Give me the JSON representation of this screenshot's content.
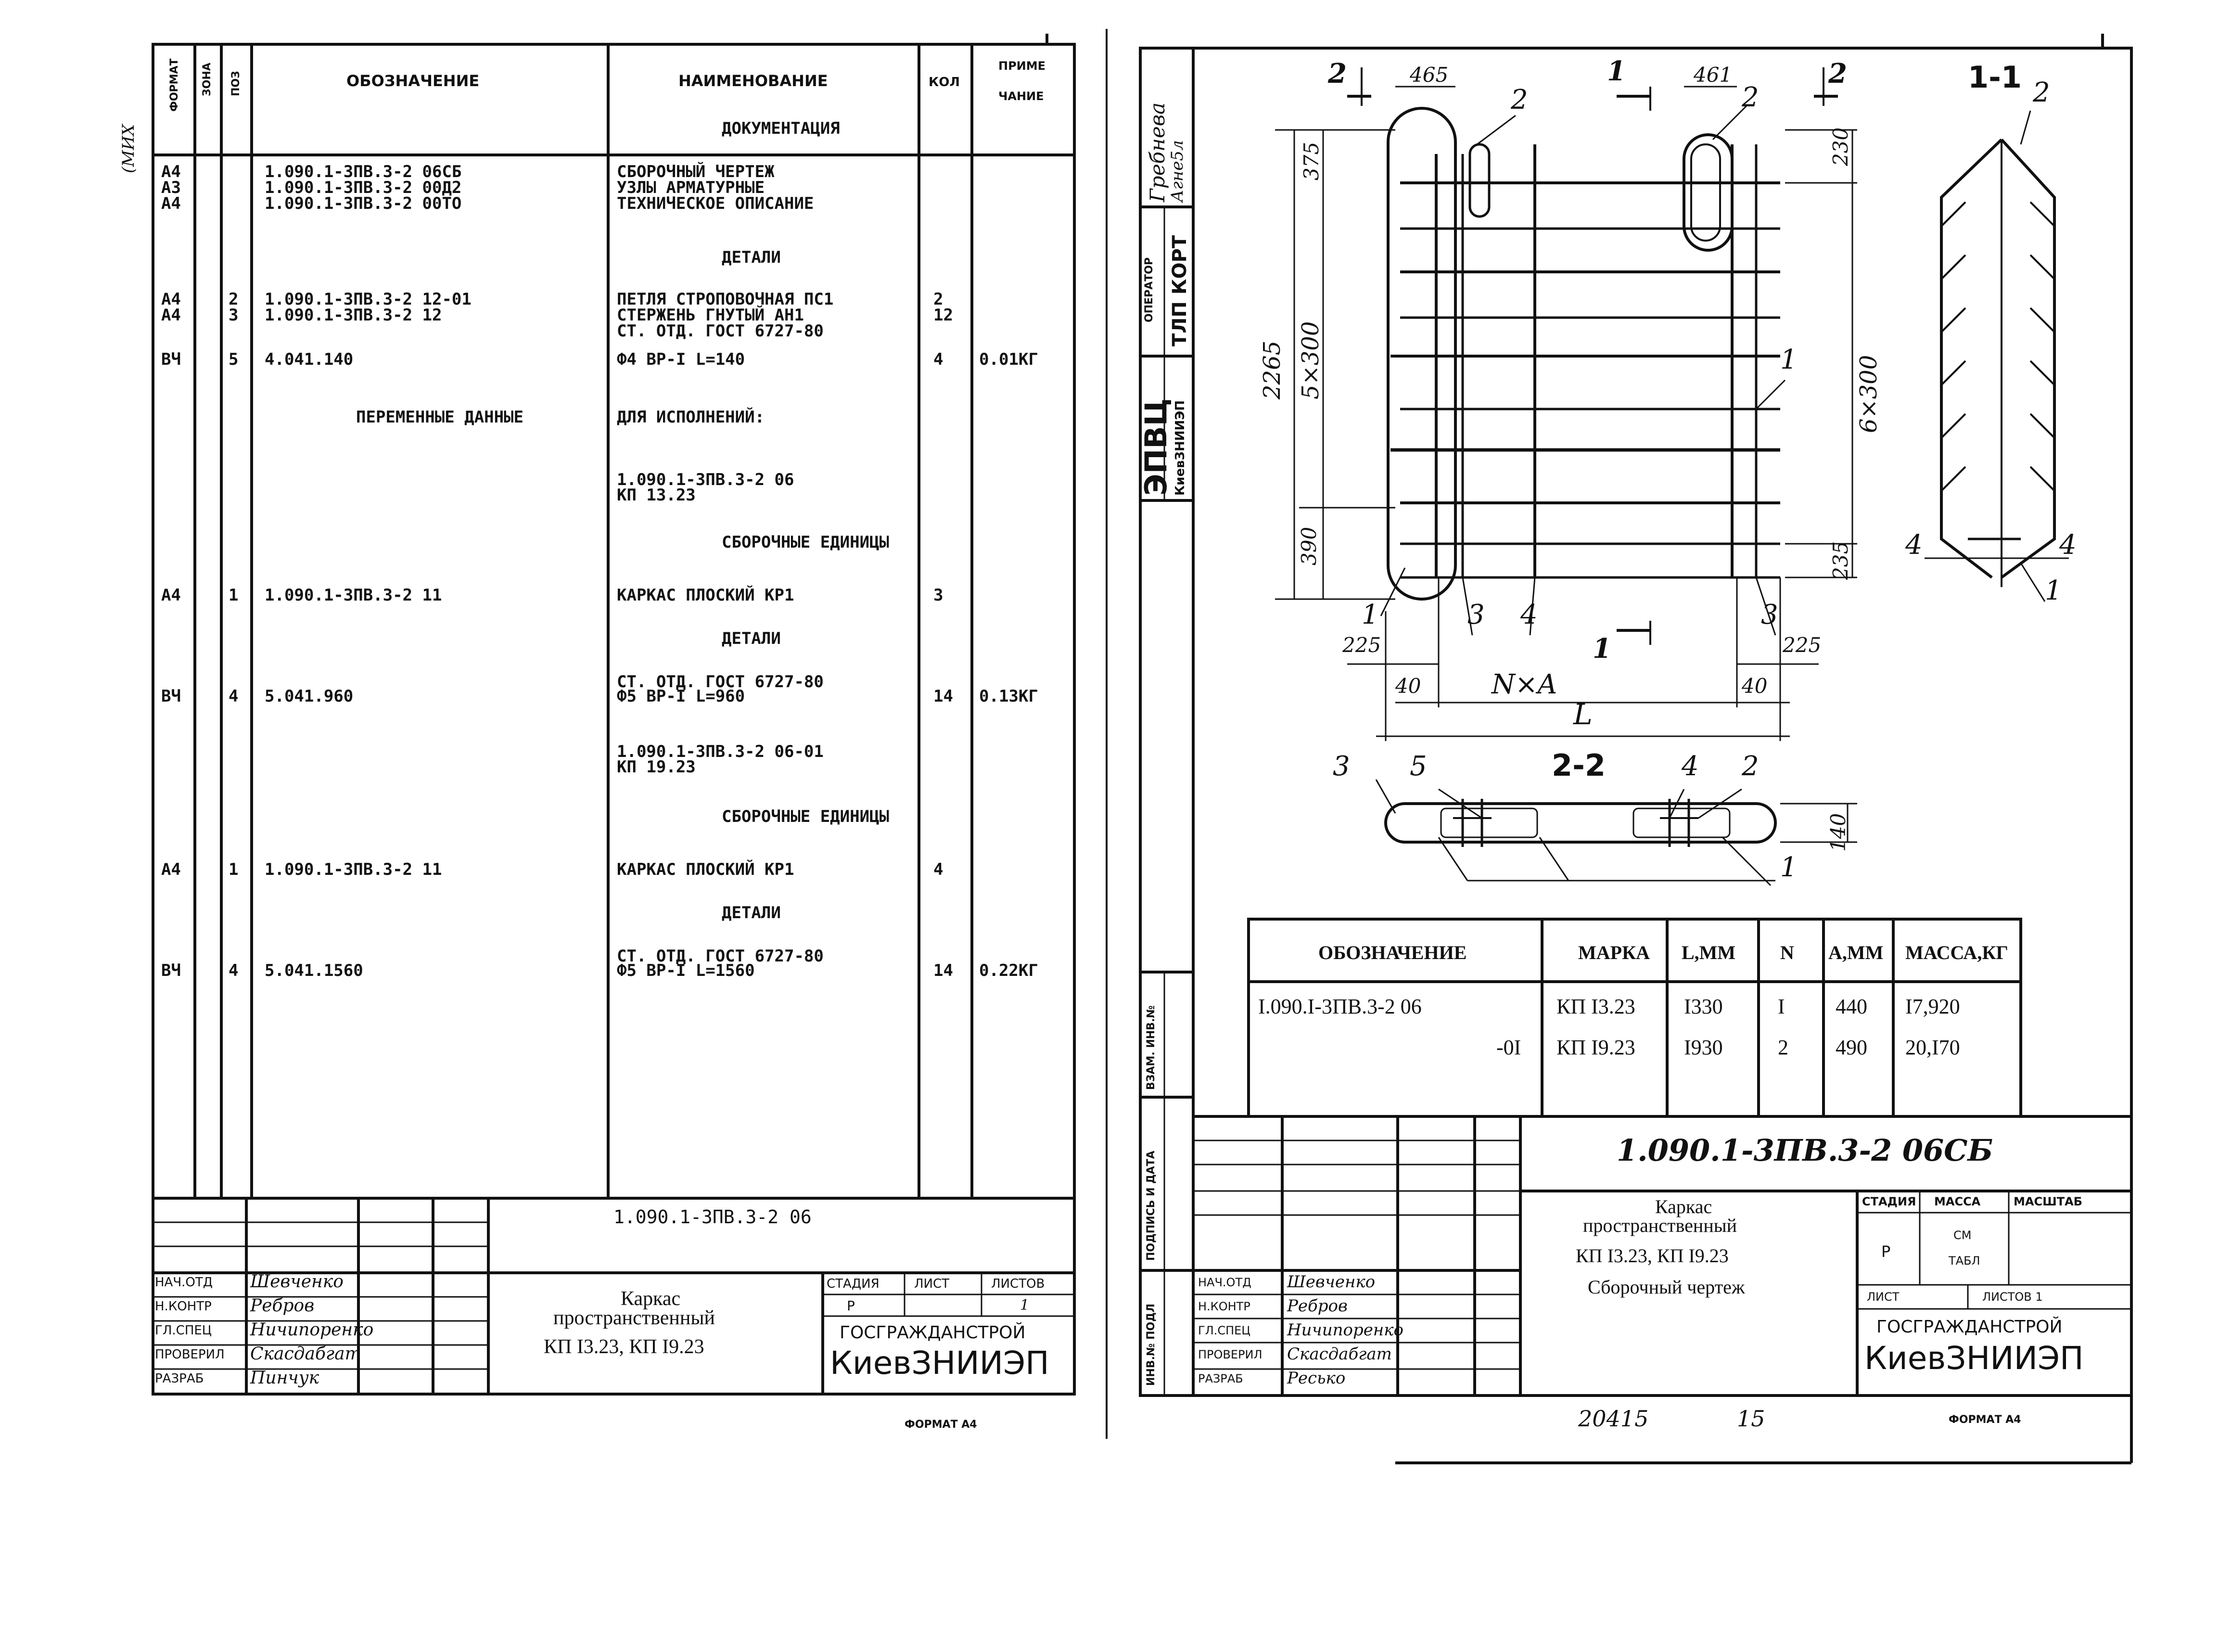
{
  "left_sheet": {
    "side_label_codes": [
      "ФОРМАТ",
      "ЗОНА",
      "ПОЗ"
    ],
    "headers": {
      "oboznachenie": "ОБОЗНАЧЕНИЕ",
      "naimenovanie": "НАИМЕНОВАНИЕ",
      "kol": "КОЛ",
      "prim_1": "ПРИМЕ",
      "prim_2": "ЧАНИЕ"
    },
    "margin_note": "(МИХ",
    "rows": [
      {
        "fmt": "",
        "zone": "",
        "pos": "",
        "oboz": "",
        "name": "ДОКУМЕНТАЦИЯ",
        "kol": "",
        "prim": "",
        "heading": true
      },
      {
        "fmt": "А4",
        "zone": "",
        "pos": "",
        "oboz": "1.090.1-3ПВ.3-2 06СБ",
        "name": "СБОРОЧНЫЙ ЧЕРТЕЖ",
        "kol": "",
        "prim": ""
      },
      {
        "fmt": "А3",
        "zone": "",
        "pos": "",
        "oboz": "1.090.1-3ПВ.3-2 00Д2",
        "name": "УЗЛЫ АРМАТУРНЫЕ",
        "kol": "",
        "prim": ""
      },
      {
        "fmt": "А4",
        "zone": "",
        "pos": "",
        "oboz": "1.090.1-3ПВ.3-2 00ТО",
        "name": "ТЕХНИЧЕСКОЕ ОПИСАНИЕ",
        "kol": "",
        "prim": ""
      },
      {
        "fmt": "",
        "zone": "",
        "pos": "",
        "oboz": "",
        "name": "ДЕТАЛИ",
        "kol": "",
        "prim": "",
        "heading": true
      },
      {
        "fmt": "А4",
        "zone": "",
        "pos": "2",
        "oboz": "1.090.1-3ПВ.3-2 12-01",
        "name": "ПЕТЛЯ СТРОПОВОЧНАЯ ПС1",
        "kol": "2",
        "prim": ""
      },
      {
        "fmt": "А4",
        "zone": "",
        "pos": "3",
        "oboz": "1.090.1-3ПВ.3-2 12",
        "name": "СТЕРЖЕНЬ ГНУТЫЙ АН1",
        "kol": "12",
        "prim": ""
      },
      {
        "fmt": "",
        "zone": "",
        "pos": "",
        "oboz": "",
        "name": "СТ. ОТД. ГОСТ 6727-80",
        "kol": "",
        "prim": ""
      },
      {
        "fmt": "ВЧ",
        "zone": "",
        "pos": "5",
        "oboz": "4.041.140",
        "name": "Ф4 ВР-I L=140",
        "kol": "4",
        "prim": "0.01КГ"
      },
      {
        "fmt": "",
        "zone": "",
        "pos": "",
        "oboz": "ПЕРЕМЕННЫЕ ДАННЫЕ",
        "name": "ДЛЯ ИСПОЛНЕНИЙ:",
        "kol": "",
        "prim": ""
      },
      {
        "fmt": "",
        "zone": "",
        "pos": "",
        "oboz": "",
        "name": "1.090.1-3ПВ.3-2 06",
        "kol": "",
        "prim": ""
      },
      {
        "fmt": "",
        "zone": "",
        "pos": "",
        "oboz": "",
        "name": "КП 13.23",
        "kol": "",
        "prim": ""
      },
      {
        "fmt": "",
        "zone": "",
        "pos": "",
        "oboz": "",
        "name": "СБОРОЧНЫЕ ЕДИНИЦЫ",
        "kol": "",
        "prim": "",
        "heading": true
      },
      {
        "fmt": "А4",
        "zone": "",
        "pos": "1",
        "oboz": "1.090.1-3ПВ.3-2 11",
        "name": "КАРКАС ПЛОСКИЙ КР1",
        "kol": "3",
        "prim": ""
      },
      {
        "fmt": "",
        "zone": "",
        "pos": "",
        "oboz": "",
        "name": "ДЕТАЛИ",
        "kol": "",
        "prim": "",
        "heading": true
      },
      {
        "fmt": "",
        "zone": "",
        "pos": "",
        "oboz": "",
        "name": "СТ. ОТД. ГОСТ 6727-80",
        "kol": "",
        "prim": ""
      },
      {
        "fmt": "ВЧ",
        "zone": "",
        "pos": "4",
        "oboz": "5.041.960",
        "name": "Ф5 ВР-I L=960",
        "kol": "14",
        "prim": "0.13КГ"
      },
      {
        "fmt": "",
        "zone": "",
        "pos": "",
        "oboz": "",
        "name": "1.090.1-3ПВ.3-2 06-01",
        "kol": "",
        "prim": ""
      },
      {
        "fmt": "",
        "zone": "",
        "pos": "",
        "oboz": "",
        "name": "КП 19.23",
        "kol": "",
        "prim": ""
      },
      {
        "fmt": "",
        "zone": "",
        "pos": "",
        "oboz": "",
        "name": "СБОРОЧНЫЕ ЕДИНИЦЫ",
        "kol": "",
        "prim": "",
        "heading": true
      },
      {
        "fmt": "А4",
        "zone": "",
        "pos": "1",
        "oboz": "1.090.1-3ПВ.3-2 11",
        "name": "КАРКАС ПЛОСКИЙ КР1",
        "kol": "4",
        "prim": ""
      },
      {
        "fmt": "",
        "zone": "",
        "pos": "",
        "oboz": "",
        "name": "ДЕТАЛИ",
        "kol": "",
        "prim": "",
        "heading": true
      },
      {
        "fmt": "",
        "zone": "",
        "pos": "",
        "oboz": "",
        "name": "СТ. ОТД. ГОСТ 6727-80",
        "kol": "",
        "prim": ""
      },
      {
        "fmt": "ВЧ",
        "zone": "",
        "pos": "4",
        "oboz": "5.041.1560",
        "name": "Ф5 ВР-I L=1560",
        "kol": "14",
        "prim": "0.22КГ"
      }
    ],
    "title_block": {
      "code": "1.090.1-3ПВ.3-2 06",
      "name_1": "Каркас",
      "name_2": "пространственный",
      "name_3": "КП I3.23, КП I9.23",
      "stadia_label": "СТАДИЯ",
      "list_label": "ЛИСТ",
      "listov_label": "ЛИСТОВ",
      "stadia": "Р",
      "listov": "1",
      "org_1": "ГОСГРАЖДАНСТРОЙ",
      "org_2": "КиевЗНИИЭП",
      "people": [
        {
          "role": "НАЧ.ОТД",
          "name": "Шевченко"
        },
        {
          "role": "Н.КОНТР",
          "name": "Ребров"
        },
        {
          "role": "ГЛ.СПЕЦ",
          "name": "Ничипоренко"
        },
        {
          "role": "ПРОВЕРИЛ",
          "name": "Скасдабгат"
        },
        {
          "role": "РАЗРАБ",
          "name": "Пинчук"
        }
      ],
      "format": "ФОРМАТ А4"
    }
  },
  "right_sheet": {
    "stamp": {
      "name_1": "Гребнева",
      "name_2": "Агне5л",
      "operator": "ОПЕРАТОР",
      "tlp": "ТЛП КОРТ",
      "epvc": "ЭПВЦ",
      "org": "КиевЗНИИЭП"
    },
    "side_labels": {
      "vzam": "ВЗАМ. ИНВ.№",
      "podpis": "ПОДПИСЬ И ДАТА",
      "inv": "ИНВ.№ ПОДЛ"
    },
    "drawing": {
      "section_marks": [
        "2",
        "2",
        "1",
        "1",
        "1-1",
        "2-2"
      ],
      "dims": [
        "465",
        "461",
        "375",
        "230",
        "2265",
        "5×300",
        "6×300",
        "390",
        "235",
        "225",
        "225",
        "40",
        "40",
        "N×A",
        "L",
        "140"
      ],
      "callouts": [
        "1",
        "2",
        "3",
        "4",
        "5"
      ]
    },
    "variants_table": {
      "headers": [
        "ОБОЗНАЧЕНИЕ",
        "МАРКА",
        "L,ММ",
        "N",
        "А,ММ",
        "МАССА,КГ"
      ],
      "rows": [
        [
          "I.090.I-3ПВ.3-2 06",
          "КП I3.23",
          "I330",
          "I",
          "440",
          "I7,920"
        ],
        [
          "-0I",
          "КП I9.23",
          "I930",
          "2",
          "490",
          "20,I70"
        ]
      ]
    },
    "title_block": {
      "code": "1.090.1-3ПВ.3-2 06СБ",
      "name_1": "Каркас",
      "name_2": "пространственный",
      "name_3": "КП I3.23, КП I9.23",
      "name_4": "Сборочный чертеж",
      "stadia_label": "СТАДИЯ",
      "massa_label": "МАССА",
      "masshtab_label": "МАСШТАБ",
      "stadia": "Р",
      "massa_1": "СМ",
      "massa_2": "ТАБЛ",
      "list_label": "ЛИСТ",
      "listov_label": "ЛИСТОВ 1",
      "org_1": "ГОСГРАЖДАНСТРОЙ",
      "org_2": "КиевЗНИИЭП",
      "people": [
        {
          "role": "НАЧ.ОТД",
          "name": "Шевченко"
        },
        {
          "role": "Н.КОНТР",
          "name": "Ребров"
        },
        {
          "role": "ГЛ.СПЕЦ",
          "name": "Ничипоренко"
        },
        {
          "role": "ПРОВЕРИЛ",
          "name": "Скасдабгат"
        },
        {
          "role": "РАЗРАБ",
          "name": "Ресько"
        }
      ],
      "bottom_number": "20415",
      "bottom_sheet": "15",
      "format": "ФОРМАТ А4"
    }
  }
}
